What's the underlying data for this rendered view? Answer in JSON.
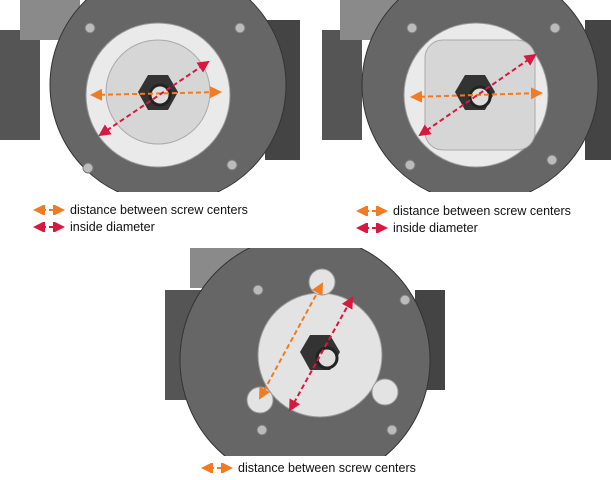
{
  "colors": {
    "screw_distance": "#f07b22",
    "inside_diameter": "#d7193f",
    "disc": "#6b6b6b",
    "plate": "#d9d9d9"
  },
  "panels": [
    {
      "legend": [
        {
          "icon": "orange-dashed-double-arrow",
          "label": "distance between screw centers"
        },
        {
          "icon": "red-dashed-double-arrow",
          "label": "inside diameter"
        }
      ]
    },
    {
      "legend": [
        {
          "icon": "orange-dashed-double-arrow",
          "label": "distance between screw centers"
        },
        {
          "icon": "red-dashed-double-arrow",
          "label": "inside diameter"
        }
      ]
    },
    {
      "legend": [
        {
          "icon": "orange-dashed-double-arrow",
          "label": "distance between screw centers"
        }
      ]
    }
  ]
}
